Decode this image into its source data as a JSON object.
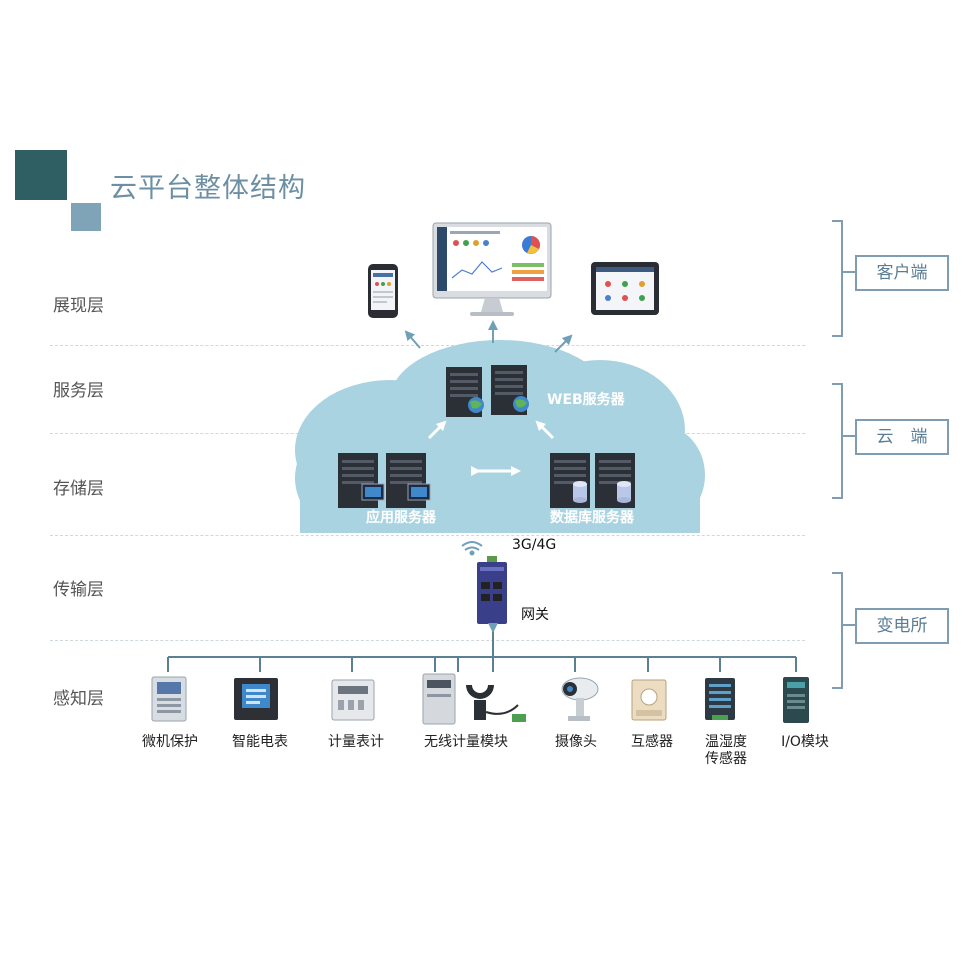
{
  "title": "云平台整体结构",
  "layers": [
    {
      "id": "presentation",
      "label": "展现层"
    },
    {
      "id": "service",
      "label": "服务层"
    },
    {
      "id": "storage",
      "label": "存储层"
    },
    {
      "id": "transport",
      "label": "传输层"
    },
    {
      "id": "perception",
      "label": "感知层"
    }
  ],
  "groups": {
    "client": "客户端",
    "cloud": "云　端",
    "substation": "变电所"
  },
  "servers": {
    "web": "WEB服务器",
    "app": "应用服务器",
    "db": "数据库服务器"
  },
  "network": "3G/4G",
  "gateway": "网关",
  "devices": [
    {
      "label": "微机保护"
    },
    {
      "label": "智能电表"
    },
    {
      "label": "计量表计"
    },
    {
      "label": "无线计量模块"
    },
    {
      "label": "摄像头"
    },
    {
      "label": "互感器"
    },
    {
      "label": "温湿度"
    },
    {
      "label": "I/O模块"
    }
  ],
  "devices_extra": {
    "sensor_line2": "传感器"
  },
  "colors": {
    "title": "#6d8fa3",
    "cloud": "#a9d3e0",
    "group_border": "#7e9db3",
    "server": "#2b2f36",
    "bus": "#5b7f93"
  }
}
